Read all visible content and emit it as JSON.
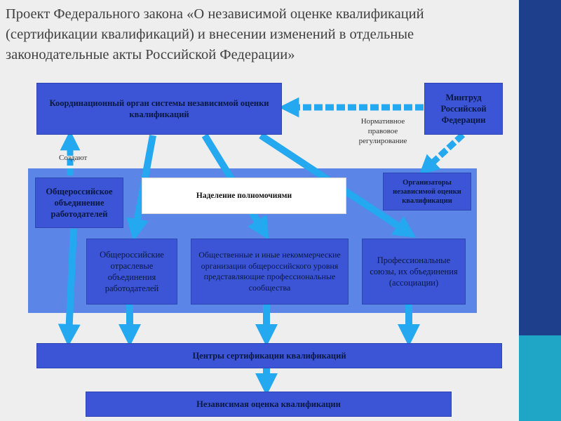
{
  "title": {
    "line1": "Проект Федерального закона «О независимой оценке квалификаций",
    "line2": "(сертификации квалификаций) и внесении изменений в отдельные",
    "line3": "законодательные акты Российской Федерации»"
  },
  "diagram": {
    "coord_body": "Координационный орган системы независимой оценки квалификаций",
    "mintrud": "Минтруд Российской Федерации",
    "normative_label": "Нормативное правовое регулирование",
    "create_label": "Создают",
    "employers_union": "Общероссийское объединение работодателей",
    "empowerment": "Наделение полномочиями",
    "organizers": "Организаторы независимой оценки квалификации",
    "sector_employers": "Общероссийские отраслевые объединения работодателей",
    "public_orgs": "Общественные и иные некоммерческие организации общероссийского уровня представляющие профессиональные сообщества",
    "trade_unions": "Профессиональные союзы, их объединения (ассоциации)",
    "cert_centers": "Центры сертификации квалификаций",
    "independent_assessment": "Независимая оценка квалификации"
  },
  "colors": {
    "box_dark": "#3b55d6",
    "panel": "#5b85e6",
    "arrow": "#24a8f0",
    "accent_band": "#1e3f8c",
    "accent_cyan": "#1fa6c6"
  }
}
